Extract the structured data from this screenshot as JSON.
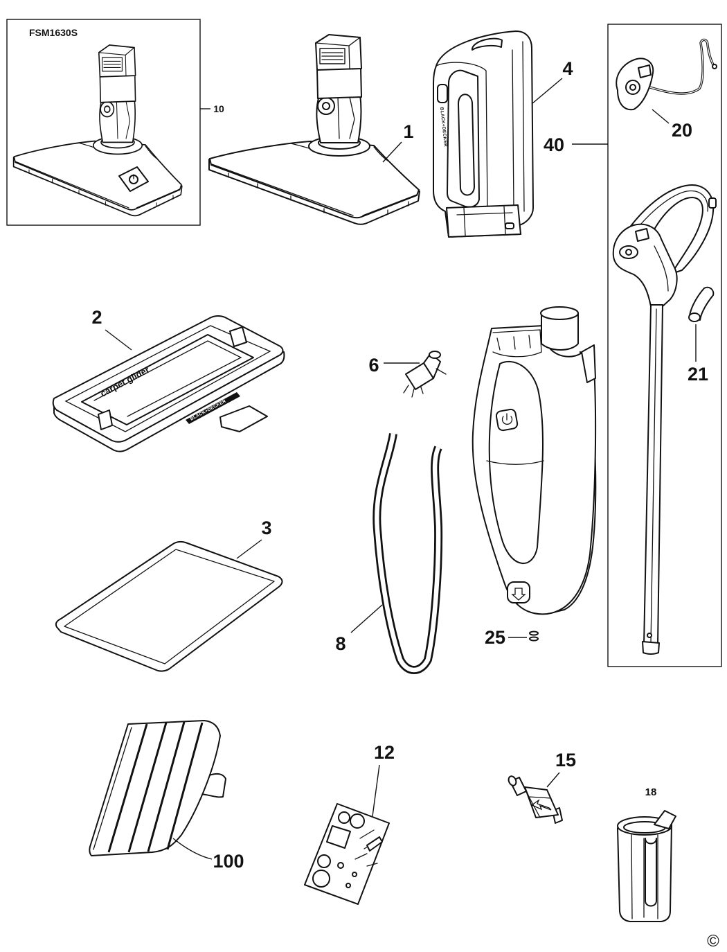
{
  "model": "FSM1630S",
  "callouts": [
    "10",
    "1",
    "4",
    "40",
    "20",
    "2",
    "6",
    "21",
    "3",
    "8",
    "25",
    "12",
    "15",
    "100",
    "18"
  ],
  "part_text": {
    "glider": "carpet glider",
    "brand": "BLACK+DECKER"
  },
  "copyright": "©"
}
